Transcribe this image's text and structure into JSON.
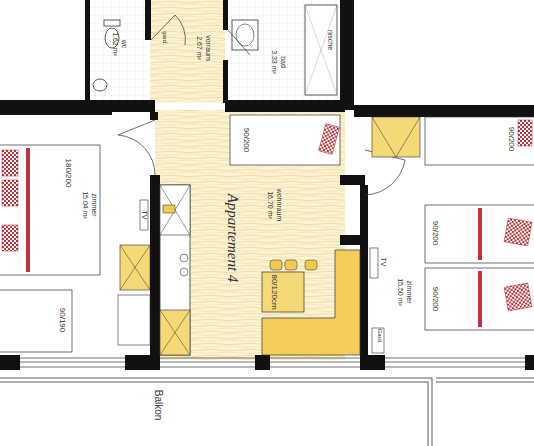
{
  "diagram": {
    "nodes": [
      {
        "text": [
          "90/200"
        ]
      },
      {
        "text": [
          "90/200"
        ]
      },
      {
        "text": [
          "180/200"
        ]
      },
      {
        "text": [
          "90/190"
        ]
      },
      {
        "text": [
          "90/200"
        ]
      },
      {
        "text": [
          "90/200"
        ]
      },
      {
        "text": [
          "80/120cm"
        ]
      }
    ],
    "labels": [
      "wc",
      "1.62 m²",
      "vorraum",
      "2.67 m²",
      "gard.",
      "bad",
      "3.33 m²",
      "nische",
      "zimmer",
      "15.04 m²",
      "TV",
      "Appartement 4",
      "wohnraum",
      "16.70 m²",
      "TV",
      "zimmer",
      "15.50 m²",
      "Gard.",
      "Balkon"
    ]
  }
}
